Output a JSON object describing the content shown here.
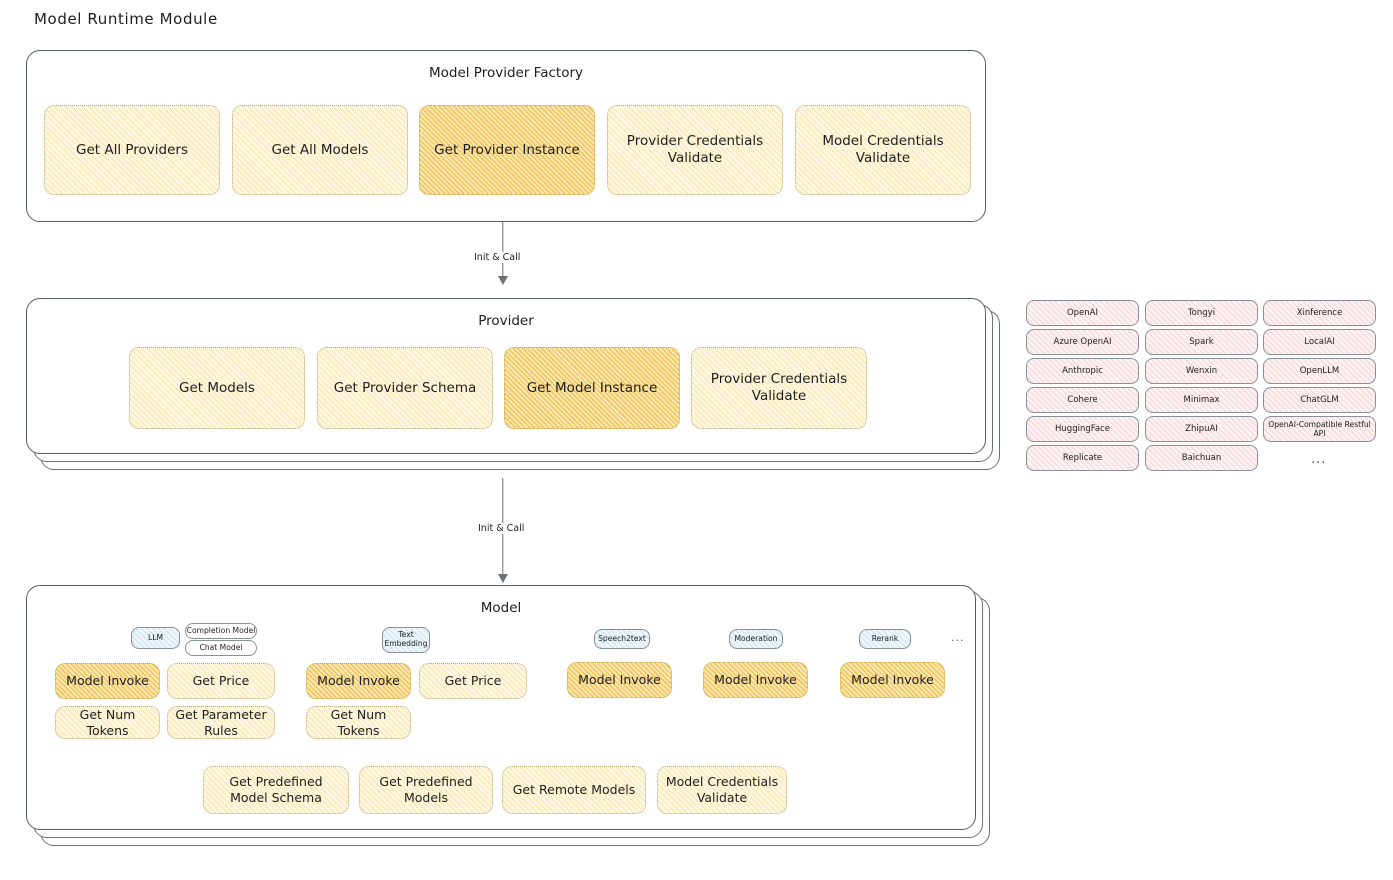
{
  "page": {
    "title": "Model Runtime Module"
  },
  "factory": {
    "title": "Model Provider Factory",
    "methods": [
      {
        "label": "Get All Providers",
        "highlight": false
      },
      {
        "label": "Get All Models",
        "highlight": false
      },
      {
        "label": "Get Provider Instance",
        "highlight": true
      },
      {
        "label": "Provider Credentials Validate",
        "highlight": false
      },
      {
        "label": "Model Credentials Validate",
        "highlight": false
      }
    ]
  },
  "arrows": [
    {
      "label": "Init & Call"
    },
    {
      "label": "Init & Call"
    }
  ],
  "provider": {
    "title": "Provider",
    "methods": [
      {
        "label": "Get Models",
        "highlight": false
      },
      {
        "label": "Get Provider Schema",
        "highlight": false
      },
      {
        "label": "Get Model Instance",
        "highlight": true
      },
      {
        "label": "Provider Credentials Validate",
        "highlight": false
      }
    ]
  },
  "provider_list": {
    "columns": [
      {
        "items": [
          "OpenAI",
          "Azure OpenAI",
          "Anthropic",
          "Cohere",
          "HuggingFace",
          "Replicate"
        ]
      },
      {
        "items": [
          "Tongyi",
          "Spark",
          "Wenxin",
          "Minimax",
          "ZhipuAI",
          "Baichuan"
        ]
      },
      {
        "items": [
          "Xinference",
          "LocalAI",
          "OpenLLM",
          "ChatGLM",
          "OpenAI-Compatible Restful API"
        ]
      }
    ],
    "more": "..."
  },
  "model": {
    "title": "Model",
    "more": "...",
    "types": [
      {
        "tag": "LLM",
        "subtags": [
          "Completion Model",
          "Chat Model"
        ],
        "methods": [
          {
            "label": "Model Invoke",
            "highlight": true
          },
          {
            "label": "Get Price",
            "highlight": false
          },
          {
            "label": "Get Num Tokens",
            "highlight": false
          },
          {
            "label": "Get Parameter Rules",
            "highlight": false
          }
        ]
      },
      {
        "tag": "Text Embedding",
        "subtags": [],
        "methods": [
          {
            "label": "Model Invoke",
            "highlight": true
          },
          {
            "label": "Get Price",
            "highlight": false
          },
          {
            "label": "Get Num Tokens",
            "highlight": false
          }
        ]
      },
      {
        "tag": "Speech2text",
        "subtags": [],
        "methods": [
          {
            "label": "Model Invoke",
            "highlight": true
          }
        ]
      },
      {
        "tag": "Moderation",
        "subtags": [],
        "methods": [
          {
            "label": "Model Invoke",
            "highlight": true
          }
        ]
      },
      {
        "tag": "Rerank",
        "subtags": [],
        "methods": [
          {
            "label": "Model Invoke",
            "highlight": true
          }
        ]
      }
    ],
    "shared_methods": [
      {
        "label": "Get Predefined Model Schema"
      },
      {
        "label": "Get Predefined Models"
      },
      {
        "label": "Get Remote Models"
      },
      {
        "label": "Model Credentials Validate"
      }
    ]
  },
  "colors": {
    "chip_fill": "#fdf6e0",
    "chip_highlight": "#fbe7b4",
    "provider_chip_fill": "#fdf1f1",
    "tag_fill": "#eef6fb",
    "stroke": "#555c63",
    "text": "#1e1e1e"
  }
}
